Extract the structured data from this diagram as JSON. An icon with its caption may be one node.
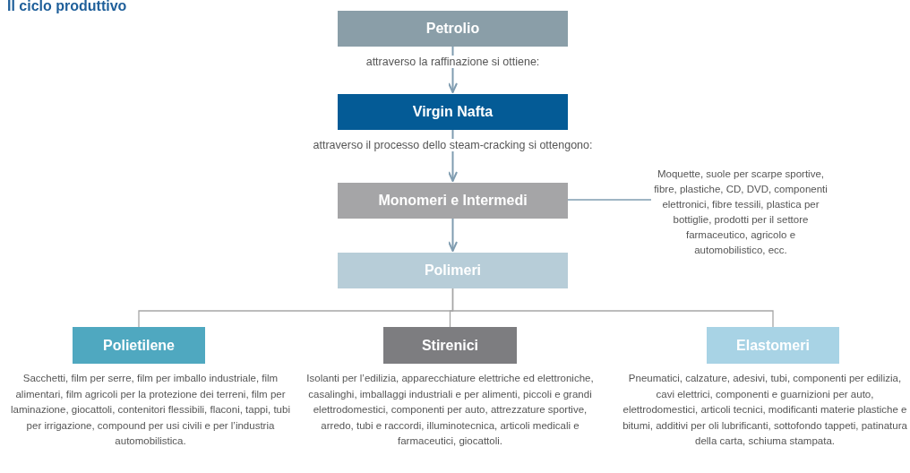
{
  "diagram": {
    "title": "Il ciclo produttivo",
    "nodes": [
      {
        "text": [
          "Petrolio"
        ]
      },
      {
        "text": [
          "Virgin Nafta"
        ]
      },
      {
        "text": [
          "Monomeri e Intermedi"
        ]
      },
      {
        "text": [
          "Polimeri"
        ]
      },
      {
        "text": [
          "Polietilene"
        ],
        "beside": [
          "Sacchetti, film per serre, film per imballo industriale, film alimentari, film agricoli per la protezione dei terreni, film per laminazione, giocattoli, contenitori flessibili, flaconi, tappi, tubi per irrigazione, compound per usi civili e per l’industria automobilistica."
        ]
      },
      {
        "text": [
          "Stirenici"
        ],
        "beside": [
          "Isolanti per l’edilizia, apparecchiature elettriche ed elettroniche, casalinghi, imballaggi industriali e per alimenti, piccoli e grandi elettrodomestici, componenti per auto, attrezzature sportive, arredo, tubi e raccordi, illuminotecnica, articoli medicali e farmaceutici, giocattoli."
        ]
      },
      {
        "text": [
          "Elastomeri"
        ],
        "beside": [
          "Pneumatici, calzature, adesivi, tubi, componenti per edilizia, cavi elettrici, componenti e guarnizioni per auto, elettrodomestici, articoli tecnici, modificanti materie plastiche e bitumi, additivi per oli lubrificanti, sottofondo tappeti, patinatura della carta, schiuma stampata."
        ]
      },
      {
        "text": [
          "Moquette, suole per scarpe sportive, fibre, plastiche, CD, DVD, componenti elettronici, fibre tessili, plastica per bottiglie, prodotti per il settore farmaceutico, agricolo e automobilistico, ecc."
        ]
      }
    ],
    "edges": [
      {
        "from": 0,
        "to": 1,
        "arrow": "to",
        "label": "attraverso la raffinazione si ottiene:"
      },
      {
        "from": 1,
        "to": 2,
        "arrow": "to",
        "label": "attraverso il processo dello steam-cracking si ottengono:"
      },
      {
        "from": 2,
        "to": 3,
        "arrow": "to"
      },
      {
        "from": 3,
        "to": 4,
        "arrow": "none",
        "color": "#a6a6a6"
      },
      {
        "from": 3,
        "to": 5,
        "arrow": "none",
        "color": "#a6a6a6"
      },
      {
        "from": 3,
        "to": 6,
        "arrow": "none",
        "color": "#a6a6a6"
      },
      {
        "from": 2,
        "to": 7,
        "arrow": "none"
      }
    ]
  }
}
